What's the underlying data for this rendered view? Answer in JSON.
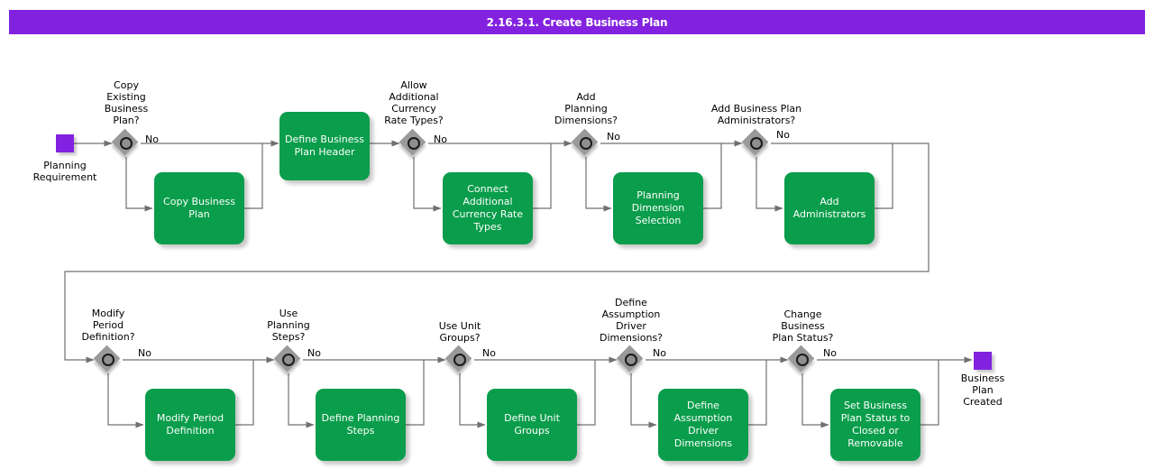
{
  "header": {
    "title": "2.16.3.1. Create Business Plan",
    "bar_color": "#8222e0"
  },
  "theme": {
    "task_fill": "#0a9d4b",
    "task_text": "#ffffff",
    "event_fill": "#8222e0",
    "gateway_fill": "#9a9a9a",
    "connector": "#707070",
    "background": "#ffffff"
  },
  "diagram": {
    "type": "bpmn-flowchart",
    "start_event": {
      "name": "planning-requirement",
      "label": "Planning\nRequirement"
    },
    "end_event": {
      "name": "business-plan-created",
      "label": "Business\nPlan\nCreated"
    },
    "default_edge_label": "No",
    "steps": [
      {
        "id": "copy-existing-business-plan",
        "gateway_label": "Copy\nExisting\nBusiness\nPlan?",
        "no_label": "No",
        "task_label": "Copy Business\nPlan"
      },
      {
        "id": "define-business-plan-header",
        "gateway_label": "",
        "no_label": "",
        "task_label": "Define Business\nPlan Header"
      },
      {
        "id": "allow-additional-currency-rate-types",
        "gateway_label": "Allow\nAdditional\nCurrency\nRate Types?",
        "no_label": "No",
        "task_label": "Connect\nAdditional\nCurrency Rate\nTypes"
      },
      {
        "id": "add-planning-dimensions",
        "gateway_label": "Add\nPlanning\nDimensions?",
        "no_label": "No",
        "task_label": "Planning\nDimension\nSelection"
      },
      {
        "id": "add-business-plan-administrators",
        "gateway_label": "Add Business Plan\nAdministrators?",
        "no_label": "No",
        "task_label": "Add\nAdministrators"
      },
      {
        "id": "modify-period-definition",
        "gateway_label": "Modify\nPeriod\nDefinition?",
        "no_label": "No",
        "task_label": "Modify Period\nDefinition"
      },
      {
        "id": "use-planning-steps",
        "gateway_label": "Use\nPlanning\nSteps?",
        "no_label": "No",
        "task_label": "Define Planning\nSteps"
      },
      {
        "id": "use-unit-groups",
        "gateway_label": "Use Unit\nGroups?",
        "no_label": "No",
        "task_label": "Define Unit\nGroups"
      },
      {
        "id": "define-assumption-driver-dimensions",
        "gateway_label": "Define\nAssumption\nDriver\nDimensions?",
        "no_label": "No",
        "task_label": "Define\nAssumption\nDriver\nDimensions"
      },
      {
        "id": "change-business-plan-status",
        "gateway_label": "Change\nBusiness\nPlan Status?",
        "no_label": "No",
        "task_label": "Set Business\nPlan Status to\nClosed or\nRemovable"
      }
    ]
  }
}
